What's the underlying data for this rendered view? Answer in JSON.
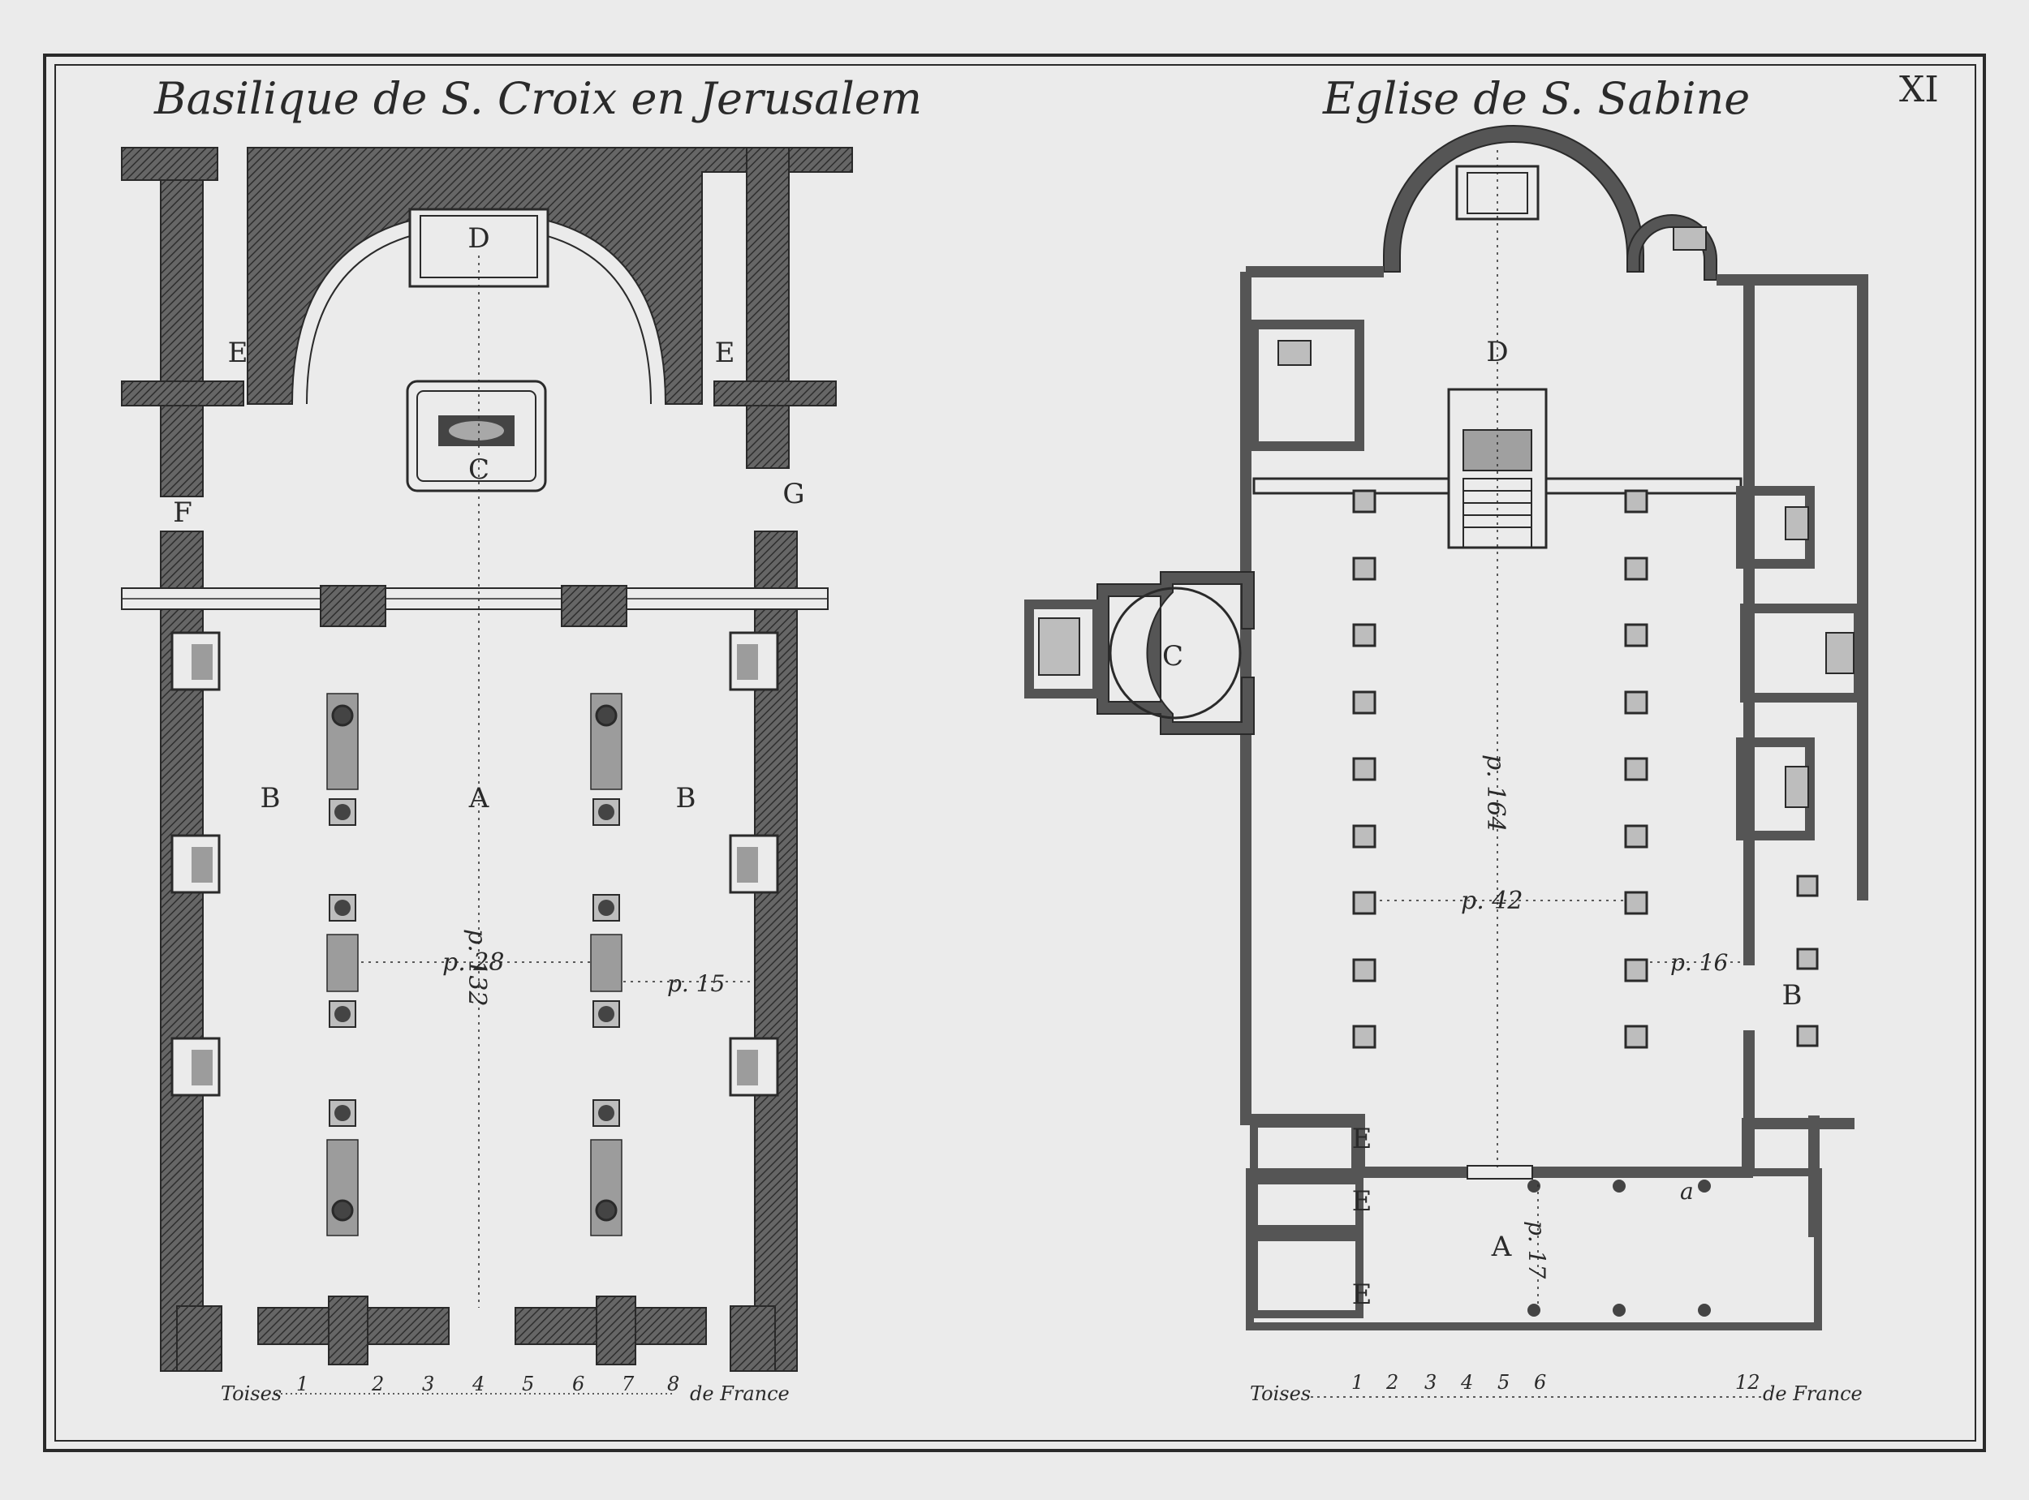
{
  "plate": {
    "number": "XI",
    "colors": {
      "paper": "#ebebeb",
      "ink": "#2a2a2a",
      "wall_fill": "#555555",
      "light_fill": "#9c9c9c"
    }
  },
  "left_plan": {
    "title": "Basilique de S. Croix en Jerusalem",
    "labels": {
      "D": "D",
      "C": "C",
      "E_left": "E",
      "E_right": "E",
      "F": "F",
      "G": "G",
      "A": "A",
      "B_left": "B",
      "B_right": "B"
    },
    "dimensions": {
      "width": "p. 28",
      "aisle": "p. 15",
      "length": "p. 132"
    },
    "scale": {
      "unit": "Toises",
      "ticks": [
        "1",
        "2",
        "3",
        "4",
        "5",
        "6",
        "7",
        "8"
      ],
      "suffix": "de France"
    }
  },
  "right_plan": {
    "title": "Eglise de S. Sabine",
    "labels": {
      "D": "D",
      "C": "C",
      "A": "A",
      "B": "B",
      "E1": "E",
      "E2": "E",
      "E3": "E",
      "a": "a"
    },
    "dimensions": {
      "width": "p. 42",
      "aisle": "p. 16",
      "length": "p. 164",
      "porch": "p. 17"
    },
    "scale": {
      "unit": "Toises",
      "ticks": [
        "1",
        "2",
        "3",
        "4",
        "5",
        "6",
        "12"
      ],
      "suffix": "de France"
    }
  }
}
